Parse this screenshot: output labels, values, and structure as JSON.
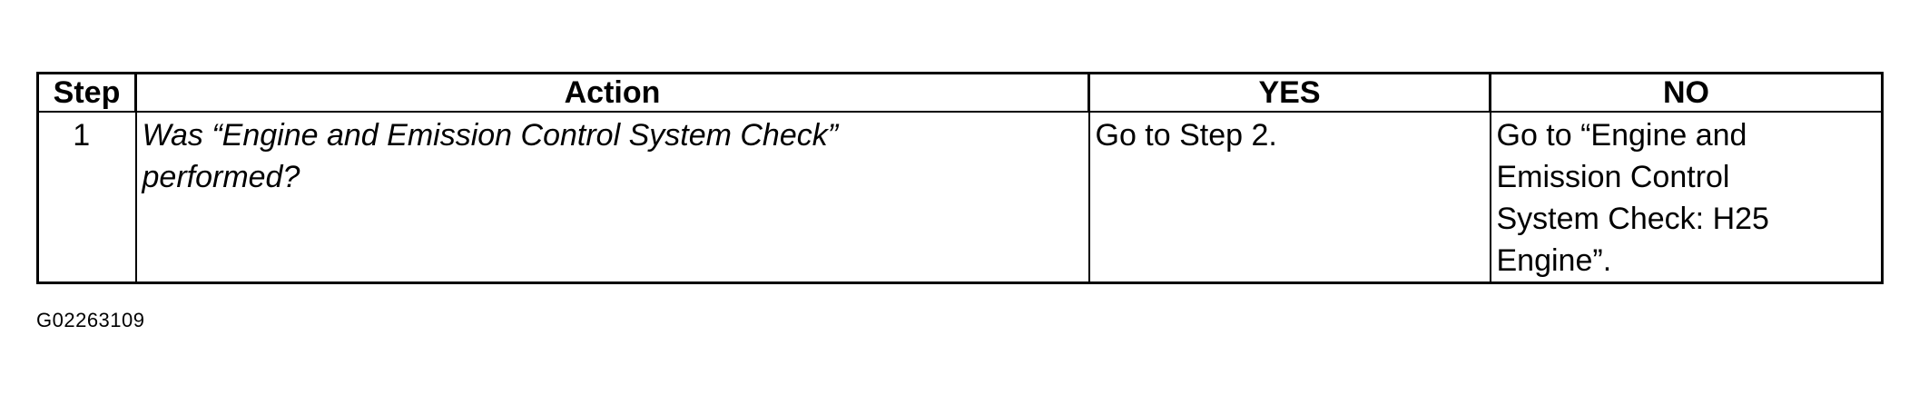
{
  "table": {
    "headers": {
      "step": "Step",
      "action": "Action",
      "yes": "YES",
      "no": "NO"
    },
    "rows": [
      {
        "step": "1",
        "action": "Was “Engine and Emission Control System Check” performed?",
        "yes": "Go to Step 2.",
        "no": "Go to “Engine and Emission Control System Check: H25 Engine”."
      }
    ]
  },
  "figure_id": "G02263109"
}
